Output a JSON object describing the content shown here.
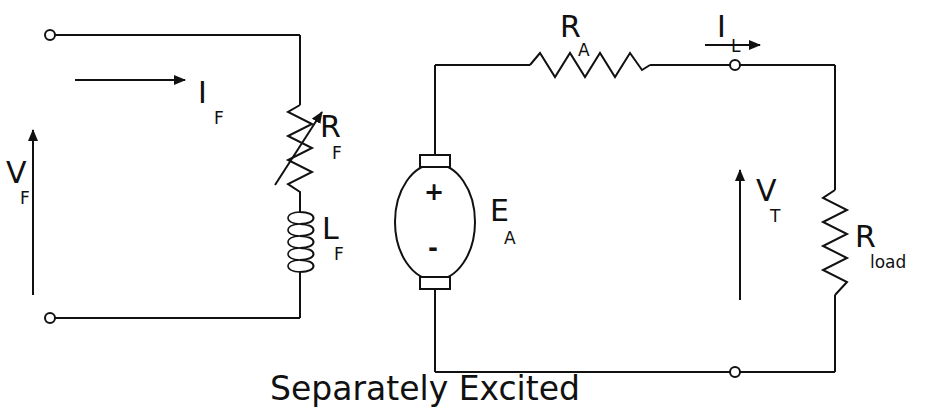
{
  "diagram": {
    "caption": "Separately Excited",
    "labels": [
      "I",
      "F",
      "R",
      "F",
      "V",
      "F",
      "L",
      "F",
      "+",
      "-",
      "E",
      "A",
      "R",
      "A",
      "I",
      "L",
      "V",
      "T",
      "R",
      "load"
    ]
  }
}
